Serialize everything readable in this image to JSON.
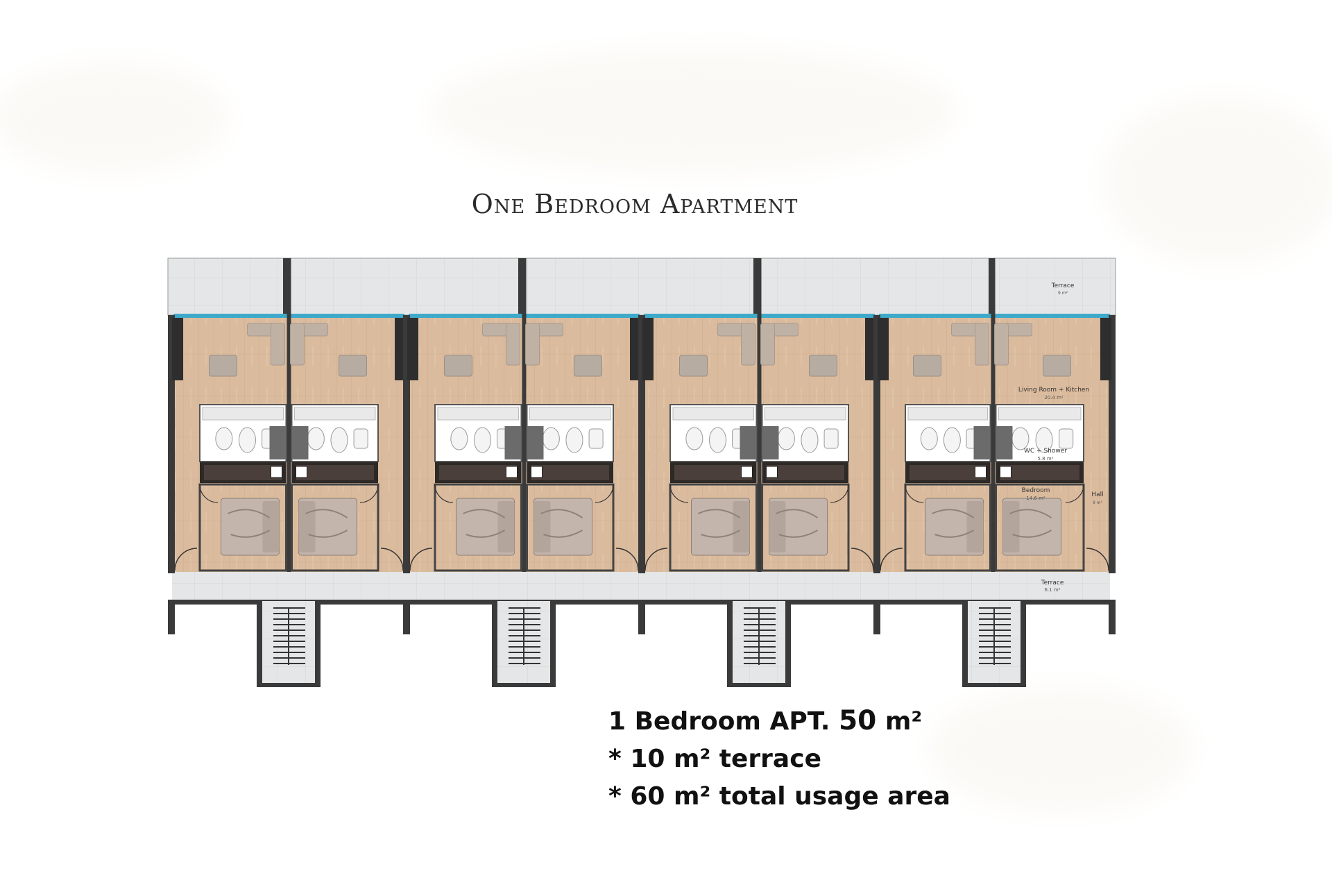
{
  "title": "One Bedroom Apartment",
  "room_labels": {
    "terrace_top_name": "Terrace",
    "terrace_top_area": "9 m²",
    "living_name": "Living Room + Kitchen",
    "living_area": "20.4 m²",
    "wc_name": "WC + Shower",
    "wc_area": "5.8 m²",
    "bedroom_name": "Bedroom",
    "bedroom_area": "14.6 m²",
    "hall_name": "Hall",
    "hall_area": "9 m²",
    "terrace_bottom_name": "Terrace",
    "terrace_bottom_area": "6.1 m²"
  },
  "specs": {
    "apt_label": "1 Bedroom APT.",
    "apt_area": "50",
    "apt_unit": "m²",
    "terrace_line": "* 10 m² terrace",
    "total_line": "* 60 m² total usage area"
  },
  "colors": {
    "floor": "#d9b89a",
    "wall": "#3a3a3a",
    "terrace": "#e3e5e6",
    "glass": "#3fa9c9",
    "furniture": "#bfb1a4",
    "bathroom": "#ffffff"
  }
}
